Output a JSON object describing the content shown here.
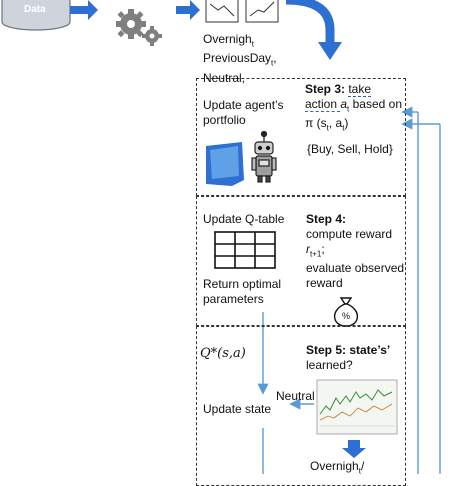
{
  "top": {
    "data_label": "Data",
    "state_lines": [
      "Overnigh",
      "PreviousDay",
      "Neutral,"
    ],
    "state_subscript": "t"
  },
  "step3": {
    "heading_prefix": "Step 3: ",
    "heading_word": "take",
    "line2_prefix": "action ",
    "action_symbol": "a",
    "action_sub": "t",
    "line2_suffix": " based on",
    "policy": "π (s",
    "policy_sub1": "t",
    "policy_mid": ", a",
    "policy_sub2": "t",
    "policy_end": ")",
    "actions": "{Buy, Sell, Hold}",
    "left_label": "Update agent’s\nportfolio"
  },
  "step4": {
    "update_label": "Update Q-table",
    "heading": "Step 4:",
    "line1": "compute reward",
    "reward_symbol": "r",
    "reward_sub": "t+1",
    "reward_end": ";",
    "line3": "evaluate observed",
    "line4": "reward",
    "return_label": "Return optimal\nparameters",
    "bag_symbol": "%"
  },
  "step5": {
    "q_formula": "Q*(s,a)",
    "heading": "Step 5: state’s’",
    "line2": "learned?",
    "neutral_label": "Neutral",
    "update_state": "Update state",
    "bottom_text": "Overnigh",
    "bottom_sub": "t",
    "bottom_end": "/"
  },
  "colors": {
    "arrow_blue": "#2e6fd2",
    "arrow_light": "#5b9bd5",
    "box_border": "#333333",
    "data_fill": "#cfd4dc"
  }
}
